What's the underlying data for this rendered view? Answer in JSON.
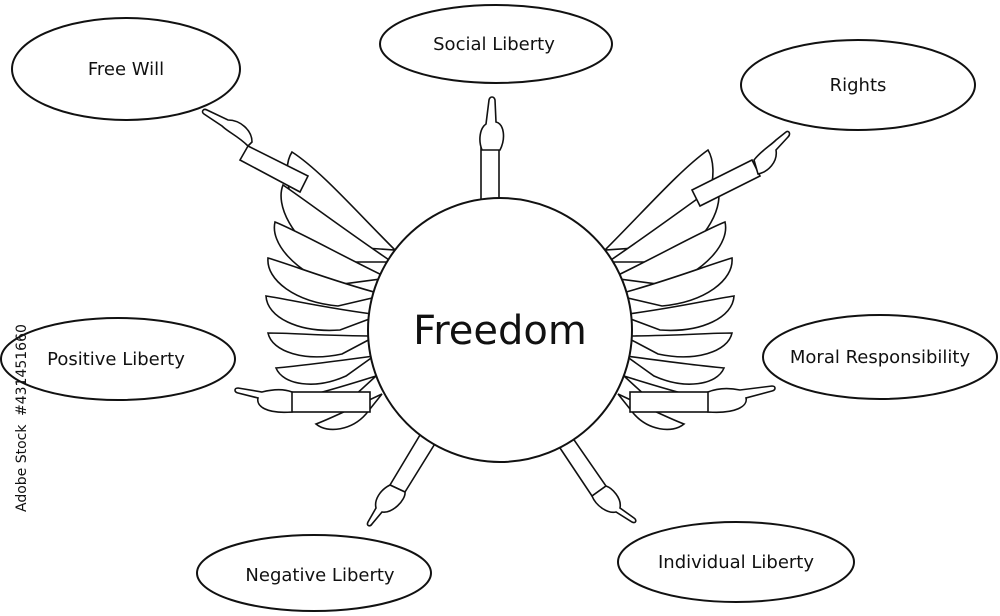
{
  "diagram": {
    "center": {
      "label": "Freedom"
    },
    "nodes": [
      {
        "id": "free-will",
        "label": "Free Will"
      },
      {
        "id": "social-liberty",
        "label": "Social Liberty"
      },
      {
        "id": "rights",
        "label": "Rights"
      },
      {
        "id": "positive-liberty",
        "label": "Positive Liberty"
      },
      {
        "id": "moral-responsibility",
        "label": "Moral Responsibility"
      },
      {
        "id": "negative-liberty",
        "label": "Negative Liberty"
      },
      {
        "id": "individual-liberty",
        "label": "Individual Liberty"
      }
    ],
    "stock_id": "#431451660",
    "stock_text": "Adobe Stock"
  }
}
